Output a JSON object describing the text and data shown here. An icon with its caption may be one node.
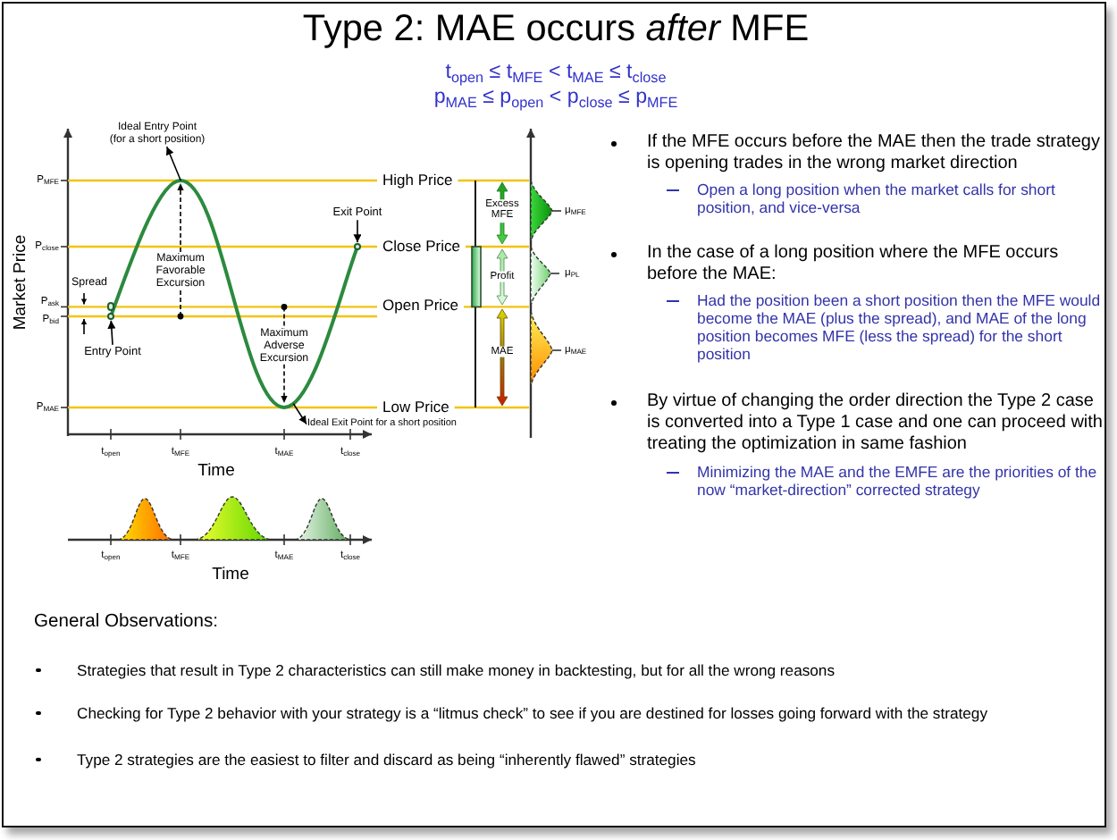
{
  "diagram": {
    "title": "Type 2: MAE occurs *after* MFE",
    "nodes": [
      {
        "text": [
          "Ideal Entry Point",
          "(for a short position)"
        ]
      },
      {
        "text": [
          "Entry Point"
        ]
      },
      {
        "text": [
          "Exit Point"
        ]
      },
      {
        "text": [
          "Ideal Exit Point for a short position"
        ]
      },
      {
        "text": [],
        "shape": "curve"
      },
      {
        "text": [],
        "shape": "circle"
      },
      {
        "text": [],
        "shape": "circle"
      }
    ],
    "edges": [
      {
        "from": 4,
        "to": 0,
        "arrow": "to"
      },
      {
        "from": 1,
        "to": 5,
        "arrow": "to"
      },
      {
        "from": 2,
        "to": 6,
        "arrow": "to"
      },
      {
        "from": 4,
        "to": 3,
        "arrow": "to"
      }
    ],
    "labels": [
      "t$_{open}$ ≤ t$_{MFE}$ < t$_{MAE}$ ≤ t$_{close}$",
      "p$_{MAE}$ ≤ p$_{open}$ < p$_{close}$ ≤ p$_{MFE}$",
      "Market Price",
      "P$_{MFE}$",
      "P$_{close}$",
      "P$_{ask}$",
      "P$_{bid}$",
      "P$_{MAE}$",
      "Spread",
      "Maximum Favorable Excursion",
      "Maximum Adverse Excursion",
      "High Price",
      "Close Price",
      "Open Price",
      "Low Price",
      "Excess MFE",
      "Profit",
      "MAE",
      "μ$_{MFE}$",
      "μ$_{PL}$",
      "μ$_{MAE}$",
      "t$_{open}$",
      "t$_{MFE}$",
      "t$_{MAE}$",
      "t$_{close}$",
      "Time",
      "t$_{open}$",
      "t$_{MFE}$",
      "t$_{MAE}$",
      "t$_{close}$",
      "Time",
      "If the MFE occurs before the MAE then the trade strategy is opening trades in the wrong market direction",
      "Open a long position when the market calls for short position, and vice-versa",
      "In the case of a long position where the MFE occurs before the MAE:",
      "Had the position been a short position then the MFE would become the MAE (plus the spread), and MAE of the long position becomes MFE (less the spread) for the short position",
      "By virtue of changing the order direction the Type 2 case is converted into a Type 1 case and one can proceed with treating the optimization in same fashion",
      "Minimizing the MAE and the EMFE are the priorities of the now “market-direction” corrected strategy",
      "General Observations:",
      "Strategies that result in Type 2 characteristics can still make money in backtesting, but for all the wrong reasons",
      "Checking for Type 2 behavior with your strategy is a “litmus check” to see if you are destined for losses going forward with the strategy",
      "Type 2 strategies are the easiest to filter and discard as being “inherently flawed” strategies"
    ]
  }
}
